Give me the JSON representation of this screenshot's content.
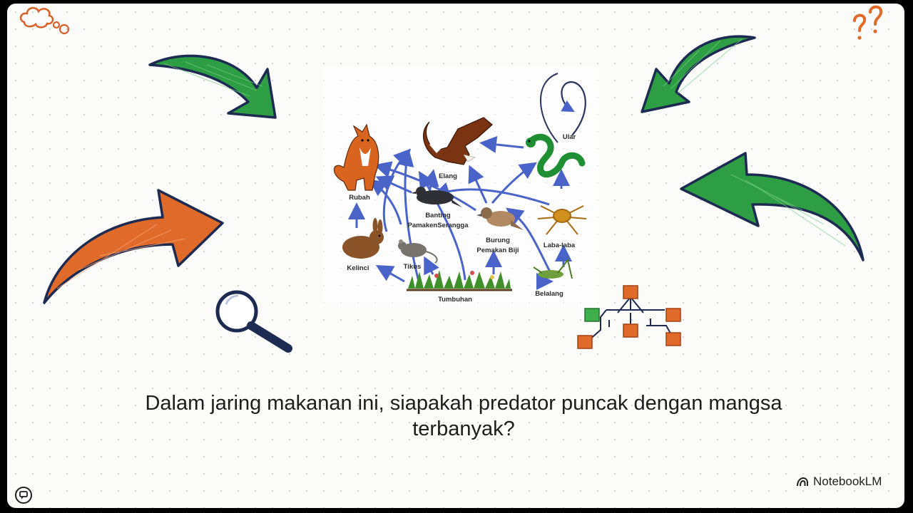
{
  "caption": {
    "line1": "Dalam jaring makanan ini, siapakah predator puncak dengan mangsa",
    "line2": "terbanyak?"
  },
  "brand": {
    "name": "NotebookLM"
  },
  "food_web": {
    "nodes": {
      "rubah": "Rubah",
      "elang": "Elang",
      "ular": "Ular",
      "banteng_a": "Banting",
      "banteng_b": "PamakenSerangga",
      "burung_a": "Burung",
      "burung_b": "Pemakan Biji",
      "laba": "Laba-laba",
      "kelinci": "Kelinci",
      "tikus": "Tikus",
      "tumbuhan": "Tumbuhan",
      "belalang": "Belalang"
    }
  },
  "colors": {
    "green_arrow": "#2e9e44",
    "orange_arrow": "#e06a2a",
    "edge_blue": "#4a63c8",
    "outline_navy": "#1d2a52"
  },
  "icons": [
    "thought-cloud-icon",
    "question-marks-icon",
    "magnifier-icon",
    "flowchart-icon",
    "notebooklm-logo-icon",
    "feedback-icon"
  ]
}
